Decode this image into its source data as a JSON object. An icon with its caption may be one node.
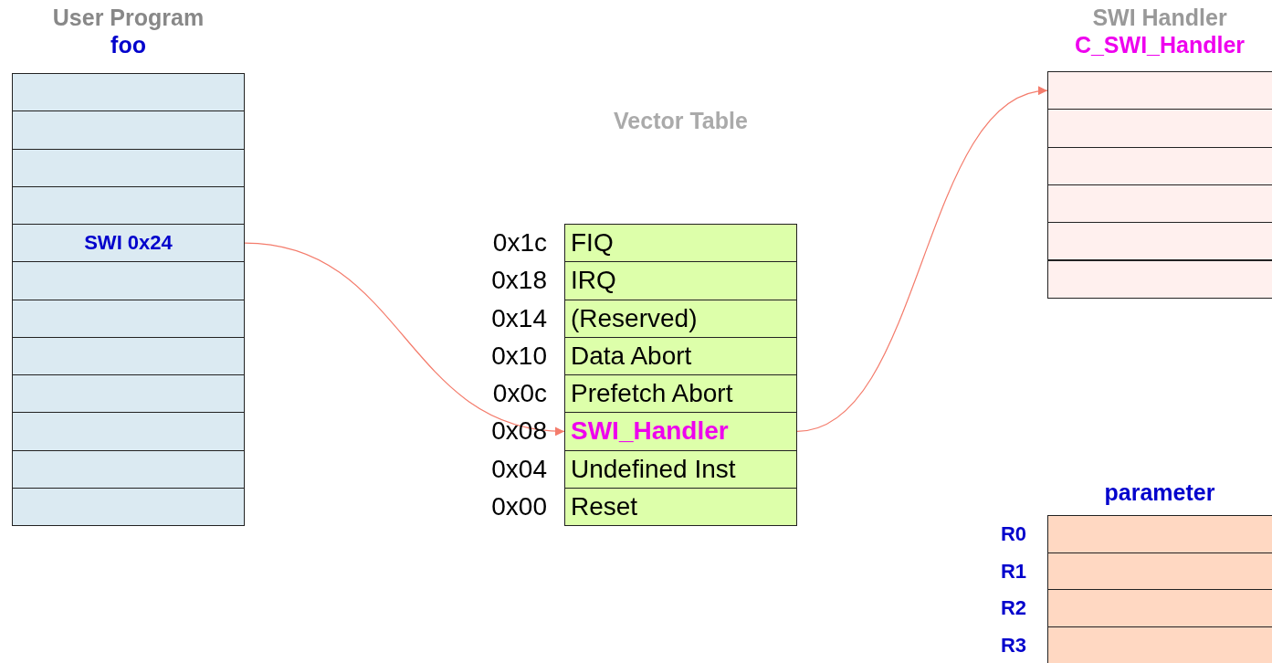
{
  "diagram": {
    "nodes": [
      {
        "text": [
          "User Program",
          "foo"
        ]
      },
      {
        "text": [],
        "shape": "box",
        "in": 0
      },
      {
        "text": [],
        "shape": "box",
        "in": 0
      },
      {
        "text": [],
        "shape": "box",
        "in": 0
      },
      {
        "text": [],
        "shape": "box",
        "in": 0
      },
      {
        "text": [
          "SWI 0x24"
        ],
        "in": 0
      },
      {
        "text": [],
        "shape": "box",
        "in": 0
      },
      {
        "text": [],
        "shape": "box",
        "in": 0
      },
      {
        "text": [],
        "shape": "box",
        "in": 0
      },
      {
        "text": [],
        "shape": "box",
        "in": 0
      },
      {
        "text": [],
        "shape": "box",
        "in": 0
      },
      {
        "text": [],
        "shape": "box",
        "in": 0
      },
      {
        "text": [],
        "shape": "box",
        "in": 0
      },
      {
        "text": [
          "Vector Table"
        ]
      },
      {
        "text": [
          "FIQ"
        ],
        "beside": [
          "0x1c"
        ],
        "in": 13
      },
      {
        "text": [
          "IRQ"
        ],
        "beside": [
          "0x18"
        ],
        "in": 13
      },
      {
        "text": [
          "(Reserved)"
        ],
        "beside": [
          "0x14"
        ],
        "in": 13
      },
      {
        "text": [
          "Data Abort"
        ],
        "beside": [
          "0x10"
        ],
        "in": 13
      },
      {
        "text": [
          "Prefetch Abort"
        ],
        "beside": [
          "0x0c"
        ],
        "in": 13
      },
      {
        "text": [
          "SWI_Handler"
        ],
        "beside": [
          "0x08"
        ],
        "in": 13
      },
      {
        "text": [
          "Undefined Inst"
        ],
        "beside": [
          "0x04"
        ],
        "in": 13
      },
      {
        "text": [
          "Reset"
        ],
        "beside": [
          "0x00"
        ],
        "in": 13
      },
      {
        "text": [
          "SWI Handler",
          "C_SWI_Handler"
        ]
      },
      {
        "text": [],
        "shape": "box",
        "in": 22
      },
      {
        "text": [],
        "shape": "box",
        "in": 22
      },
      {
        "text": [],
        "shape": "box",
        "in": 22
      },
      {
        "text": [],
        "shape": "box",
        "in": 22
      },
      {
        "text": [],
        "shape": "box",
        "in": 22
      },
      {
        "text": [],
        "shape": "box",
        "in": 22
      },
      {
        "text": [
          "parameter"
        ]
      },
      {
        "text": [],
        "shape": "box",
        "beside": [
          "R0"
        ],
        "in": 29
      },
      {
        "text": [],
        "shape": "box",
        "beside": [
          "R1"
        ],
        "in": 29
      },
      {
        "text": [],
        "shape": "box",
        "beside": [
          "R2"
        ],
        "in": 29
      },
      {
        "text": [],
        "shape": "box",
        "beside": [
          "R3"
        ],
        "in": 29
      }
    ],
    "edges": [
      {
        "from": 5,
        "to": 19,
        "arrow": "to"
      },
      {
        "from": 19,
        "to": 23,
        "arrow": "to"
      }
    ]
  }
}
